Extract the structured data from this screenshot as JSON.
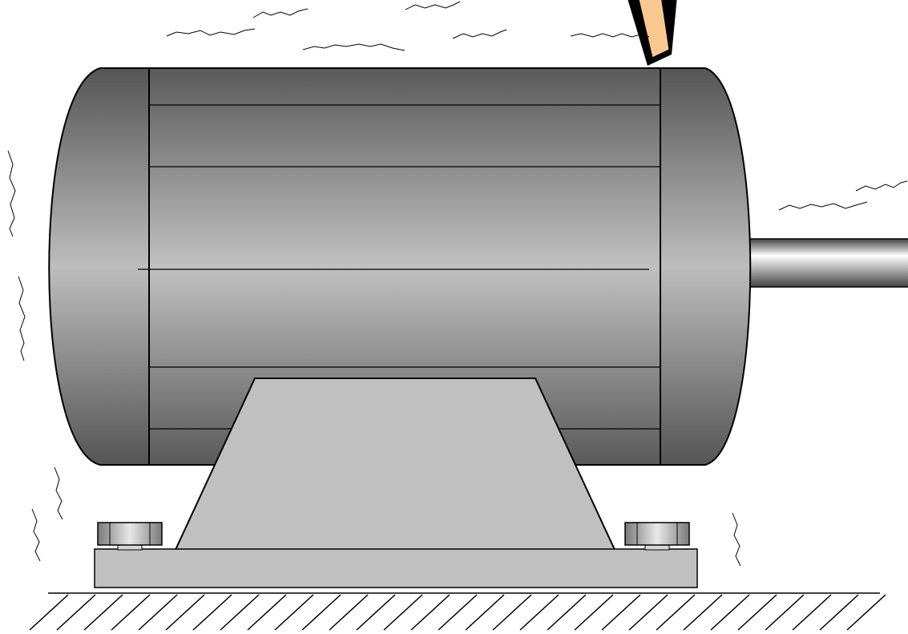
{
  "diagram": {
    "subject": "electric-motor-vibration",
    "colors": {
      "background": "#ffffff",
      "outline": "#000000",
      "body_dark": "#5a5a5a",
      "body_light": "#c0c0c0",
      "end_cap_dark": "#555555",
      "end_cap_light": "#bdbdbd",
      "mount": "#c0c0c0",
      "base_plate": "#c0c0c0",
      "bolt_dark": "#7a7a7a",
      "bolt_light": "#e8e8e8",
      "shaft_dark": "#444444",
      "shaft_light": "#ffffff",
      "probe_fill": "#f8c890",
      "probe_outline": "#000000"
    },
    "components": [
      "motor-body",
      "left-end-cap",
      "right-end-cap",
      "output-shaft",
      "mounting-foot",
      "base-plate",
      "left-bolt",
      "right-bolt",
      "ground-hatch",
      "vibration-sensor-probe",
      "vibration-lines"
    ]
  }
}
